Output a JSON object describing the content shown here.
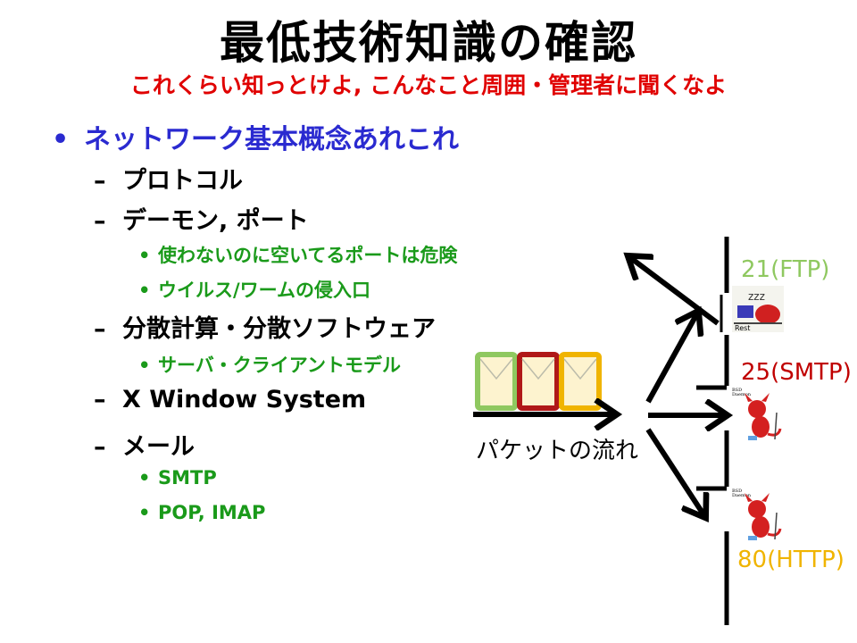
{
  "title": "最低技術知識の確認",
  "subtitle": "これくらい知っとけよ, こんなこと周囲・管理者に聞くなよ",
  "bullets": {
    "network": "ネットワーク基本概念あれこれ",
    "protocol": "プロトコル",
    "daemon_port": "デーモン, ポート",
    "open_port_danger": "使わないのに空いてるポートは危険",
    "virus_worm": "ウイルス/ワームの侵入口",
    "distributed": "分散計算・分散ソフトウェア",
    "server_client": "サーバ・クライアントモデル",
    "xwindow": "X Window System",
    "mail": "メール",
    "smtp": "SMTP",
    "pop_imap": "POP, IMAP"
  },
  "markers": {
    "level1": "•",
    "level2": "–",
    "level3": "•"
  },
  "diagram": {
    "flow_label": "パケットの流れ",
    "ports": [
      {
        "label": "21(FTP)",
        "color": "#8fc860"
      },
      {
        "label": "25(SMTP)",
        "color": "#c00000"
      },
      {
        "label": "80(HTTP)",
        "color": "#f0b400"
      }
    ],
    "rest_text": "Rest",
    "zzz_text": "zzz",
    "bsd_text": "BSD",
    "daemon_text": "Daemon",
    "packet_colors": [
      "#8fc860",
      "#b01818",
      "#f0b400"
    ],
    "packet_fill": "#fdf3cf"
  }
}
